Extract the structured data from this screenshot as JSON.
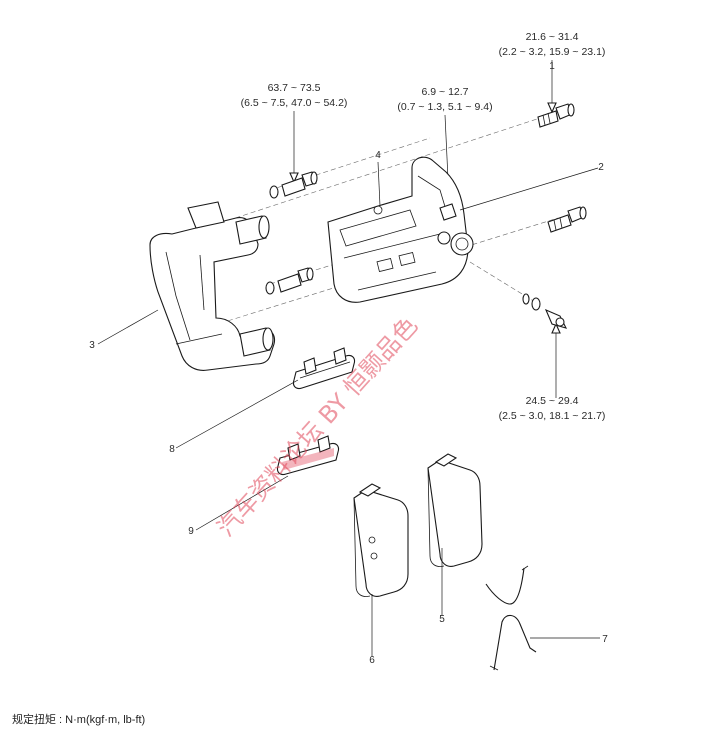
{
  "torque_labels": [
    {
      "id": "t1",
      "line1": "21.6 ~ 31.4",
      "line2": "(2.2 ~ 3.2, 15.9 ~ 23.1)"
    },
    {
      "id": "t2",
      "line1": "63.7 ~ 73.5",
      "line2": "(6.5 ~ 7.5, 47.0 ~ 54.2)"
    },
    {
      "id": "t3",
      "line1": "6.9 ~ 12.7",
      "line2": "(0.7 ~ 1.3, 5.1 ~ 9.4)"
    },
    {
      "id": "t4",
      "line1": "24.5 ~ 29.4",
      "line2": "(2.5 ~ 3.0, 18.1 ~ 21.7)"
    }
  ],
  "callouts": [
    "1",
    "2",
    "3",
    "4",
    "5",
    "6",
    "7",
    "8",
    "9"
  ],
  "footer": {
    "torque_unit_note": "规定扭矩 : N·m(kgf·m,  lb-ft)"
  },
  "watermark": {
    "text": "汽车资料论坛 BY 恒颢品色",
    "color": "#e0475a"
  }
}
